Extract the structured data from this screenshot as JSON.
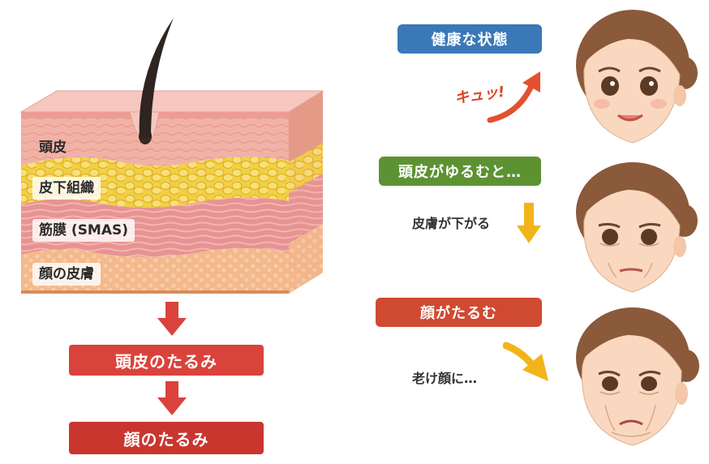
{
  "layers": {
    "scalp": "頭皮",
    "subcutaneous": "皮下組織",
    "fascia": "筋膜 (SMAS)",
    "face_skin": "顔の皮膚"
  },
  "flow": {
    "step1": "頭皮のたるみ",
    "step2": "顔のたるみ"
  },
  "stages": {
    "healthy": {
      "tag": "健康な状態",
      "caption": "キュッ!"
    },
    "loosening": {
      "tag": "頭皮がゆるむと…",
      "caption": "皮膚が下がる"
    },
    "sagging": {
      "tag": "顔がたるむ",
      "caption": "老け顔に…"
    }
  },
  "colors": {
    "red_box": "#d9433b",
    "red_box_dark": "#c9362e",
    "tag_blue": "#3a78b8",
    "tag_green": "#5d9233",
    "tag_red": "#d04a32",
    "arrow_red": "#d9433b",
    "arrow_yellow": "#f1b51a",
    "arrow_orange": "#e4502f",
    "hair": "#8a5a3a",
    "skin": "#f9d8bf"
  }
}
